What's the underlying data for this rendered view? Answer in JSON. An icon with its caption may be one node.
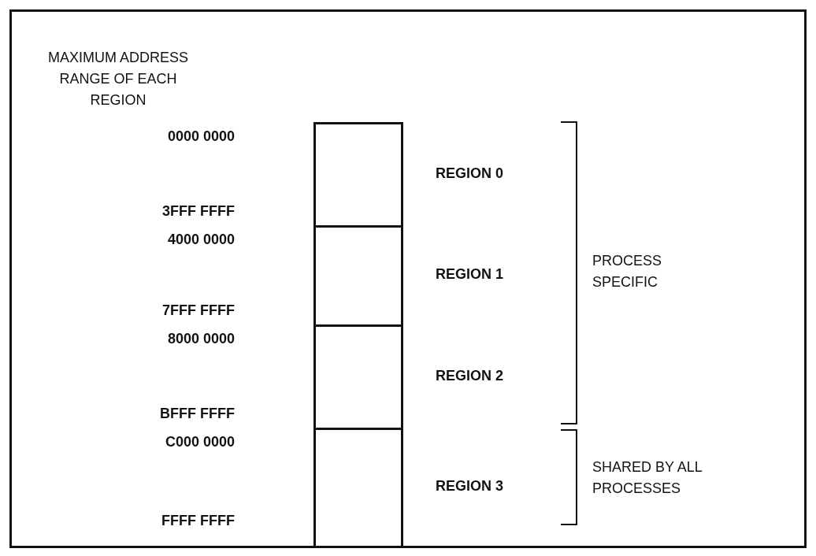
{
  "diagram": {
    "nodes": [
      {
        "text": [],
        "shape": "box",
        "beside": [
          "REGION 0"
        ]
      },
      {
        "text": [],
        "shape": "box",
        "beside": [
          "REGION 1"
        ]
      },
      {
        "text": [],
        "shape": "box",
        "beside": [
          "REGION 2"
        ]
      },
      {
        "text": [],
        "shape": "box",
        "beside": [
          "REGION 3"
        ]
      }
    ],
    "edges": [],
    "labels": [
      "MAXIMUM ADDRESS RANGE OF EACH REGION",
      "0000 0000",
      "3FFF FFFF",
      "4000 0000",
      "7FFF FFFF",
      "8000 0000",
      "BFFF FFFF",
      "C000 0000",
      "FFFF FFFF",
      "PROCESS SPECIFIC",
      "SHARED BY ALL PROCESSES"
    ]
  }
}
